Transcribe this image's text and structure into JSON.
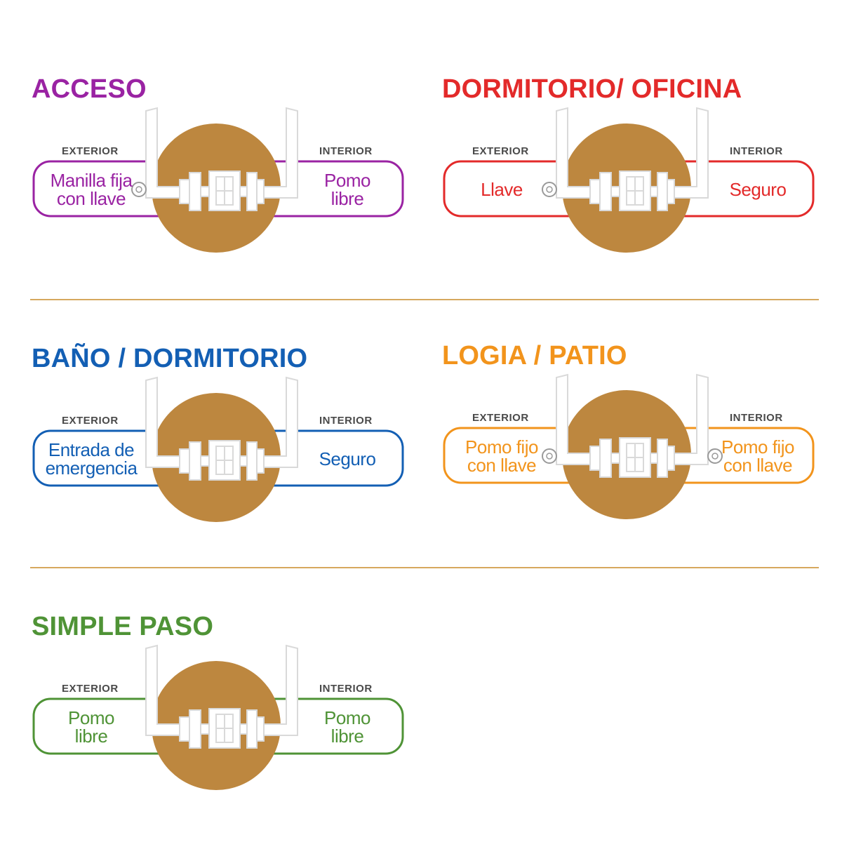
{
  "labels": {
    "exterior": "EXTERIOR",
    "interior": "INTERIOR"
  },
  "colors": {
    "circle": "#bd873f",
    "acceso": "#9a23a3",
    "dormitorio_oficina": "#e32a2a",
    "bano_dormitorio": "#135fb4",
    "logia_patio": "#f2941c",
    "simple_paso": "#4f9336"
  },
  "panels": [
    {
      "id": "acceso",
      "title": "ACCESO",
      "exterior": "Manilla fija\ncon llave",
      "interior": "Pomo\nlibre",
      "exterior_keyhole": true,
      "interior_keyhole": false
    },
    {
      "id": "dormitorio_oficina",
      "title": "DORMITORIO/ OFICINA",
      "exterior": "Llave",
      "interior": "Seguro",
      "exterior_keyhole": true,
      "interior_keyhole": false
    },
    {
      "id": "bano_dormitorio",
      "title": "BAÑO / DORMITORIO",
      "exterior": "Entrada de\nemergencia",
      "interior": "Seguro",
      "exterior_keyhole": false,
      "interior_keyhole": false
    },
    {
      "id": "logia_patio",
      "title": "LOGIA / PATIO",
      "exterior": "Pomo fijo\ncon llave",
      "interior": "Pomo fijo\ncon llave",
      "exterior_keyhole": true,
      "interior_keyhole": true
    },
    {
      "id": "simple_paso",
      "title": "SIMPLE PASO",
      "exterior": "Pomo\nlibre",
      "interior": "Pomo\nlibre",
      "exterior_keyhole": false,
      "interior_keyhole": false
    }
  ]
}
